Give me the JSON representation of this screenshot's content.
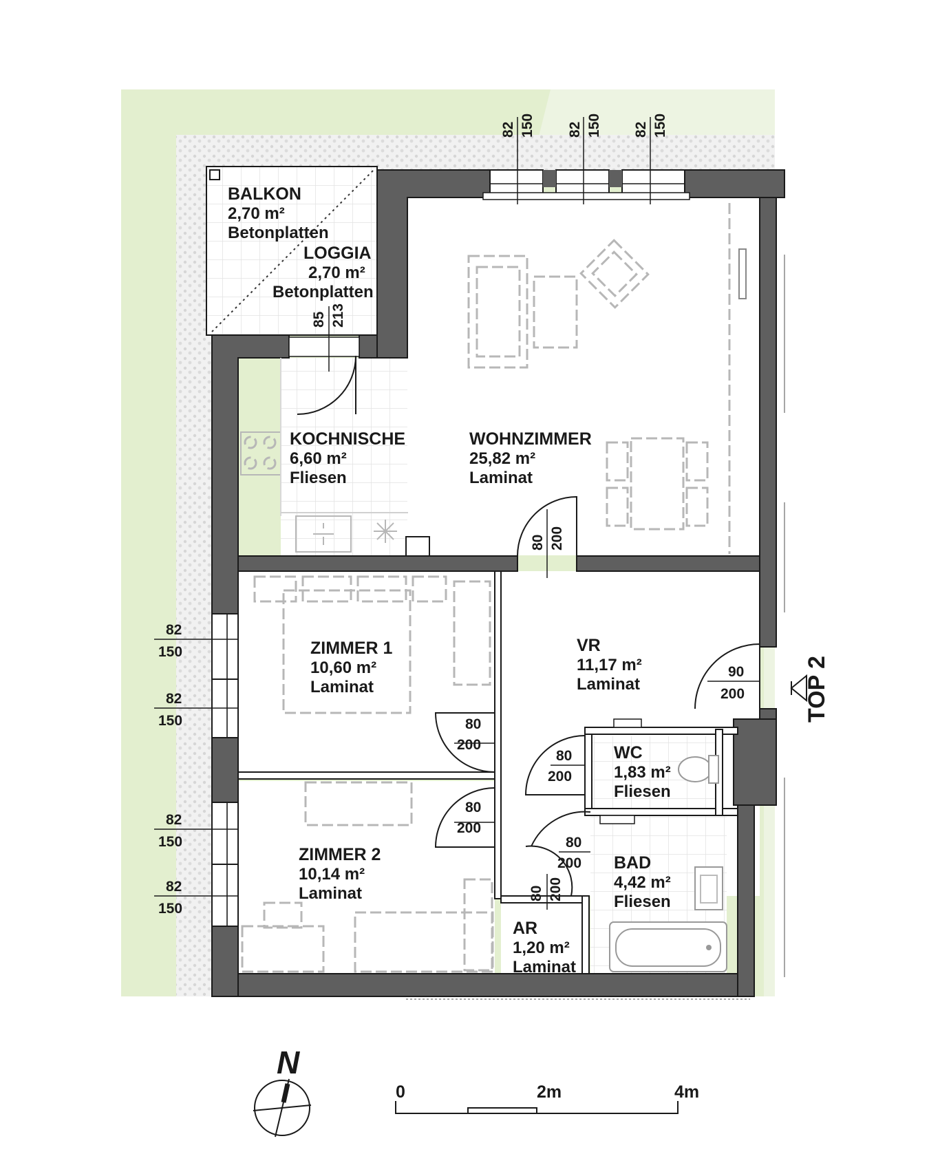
{
  "rooms": {
    "balkon": {
      "name": "BALKON",
      "area": "2,70 m²",
      "floor": "Betonplatten"
    },
    "loggia": {
      "name": "LOGGIA",
      "area": "2,70 m²",
      "floor": "Betonplatten"
    },
    "kochnische": {
      "name": "KOCHNISCHE",
      "area": "6,60 m²",
      "floor": "Fliesen"
    },
    "wohnzimmer": {
      "name": "WOHNZIMMER",
      "area": "25,82 m²",
      "floor": "Laminat"
    },
    "zimmer1": {
      "name": "ZIMMER 1",
      "area": "10,60 m²",
      "floor": "Laminat"
    },
    "zimmer2": {
      "name": "ZIMMER 2",
      "area": "10,14 m²",
      "floor": "Laminat"
    },
    "vr": {
      "name": "VR",
      "area": "11,17 m²",
      "floor": "Laminat"
    },
    "wc": {
      "name": "WC",
      "area": "1,83 m²",
      "floor": "Fliesen"
    },
    "bad": {
      "name": "BAD",
      "area": "4,42 m²",
      "floor": "Fliesen"
    },
    "ar": {
      "name": "AR",
      "area": "1,20 m²",
      "floor": "Laminat"
    }
  },
  "openings": {
    "window_top_1": {
      "w": "82",
      "h": "150"
    },
    "window_top_2": {
      "w": "82",
      "h": "150"
    },
    "window_top_3": {
      "w": "82",
      "h": "150"
    },
    "loggia_door": {
      "w": "85",
      "h": "213"
    },
    "door_wohnzimmer": {
      "w": "80",
      "h": "200"
    },
    "door_entrance": {
      "w": "90",
      "h": "200"
    },
    "door_zimmer1": {
      "w": "80",
      "h": "200"
    },
    "door_zimmer2": {
      "w": "80",
      "h": "200"
    },
    "door_wc": {
      "w": "80",
      "h": "200"
    },
    "door_bad": {
      "w": "80",
      "h": "200"
    },
    "door_ar": {
      "w": "80",
      "h": "200"
    },
    "window_left_1": {
      "w": "82",
      "h": "150"
    },
    "window_left_2": {
      "w": "82",
      "h": "150"
    },
    "window_left_3": {
      "w": "82",
      "h": "150"
    },
    "window_left_4": {
      "w": "82",
      "h": "150"
    }
  },
  "unit_label": "TOP 2",
  "north_label": "N",
  "scale": {
    "labels": [
      "0",
      "2m",
      "4m"
    ]
  },
  "colors": {
    "garden": "#e3efcf",
    "wall": "#5f5f5f",
    "furniture": "#b7b7b7",
    "gravel": "#e8e8e8"
  }
}
